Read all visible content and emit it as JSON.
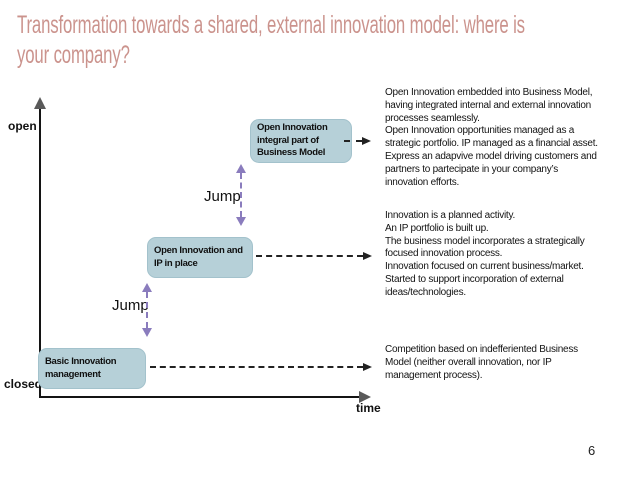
{
  "slide": {
    "title": "Transformation towards a shared, external innovation model: where is\nyour company?",
    "page_number": "6"
  },
  "axes": {
    "y_top_label": "open",
    "y_bottom_label": "closed",
    "x_label": "time"
  },
  "jump": {
    "upper_label": "Jump",
    "lower_label": "Jump"
  },
  "stages": {
    "basic": {
      "box_label": "Basic Innovation\nmanagement",
      "description": "Competition based on indefferiented Business\nModel (neither overall innovation, nor IP\nmanagement process)."
    },
    "ip_in_place": {
      "box_label": "Open Innovation and\nIP in place",
      "description": "Innovation is a planned activity.\nAn IP portfolio is built up.\nThe business model incorporates a strategically\nfocused innovation process.\nInnovation focused on current business/market.\nStarted to support incorporation of external\nideas/technologies."
    },
    "integral": {
      "box_label": "Open Innovation\nintegral part of\nBusiness Model",
      "description": "Open Innovation embedded into Business Model,\nhaving integrated internal and external innovation\nprocesses seamlessly.\nOpen Innovation opportunities managed as a\nstrategic portfolio. IP managed as a financial asset.\nExpress an adapvive model driving customers and\npartners to partecipate in your company’s\ninnovation efforts."
    }
  },
  "colors": {
    "title": "#cb938d",
    "box_fill": "#b6d0d8",
    "box_border": "#a3c2cc",
    "jump_arrow": "#8a7cbd",
    "axis": "#141414",
    "body_text": "#131313"
  }
}
